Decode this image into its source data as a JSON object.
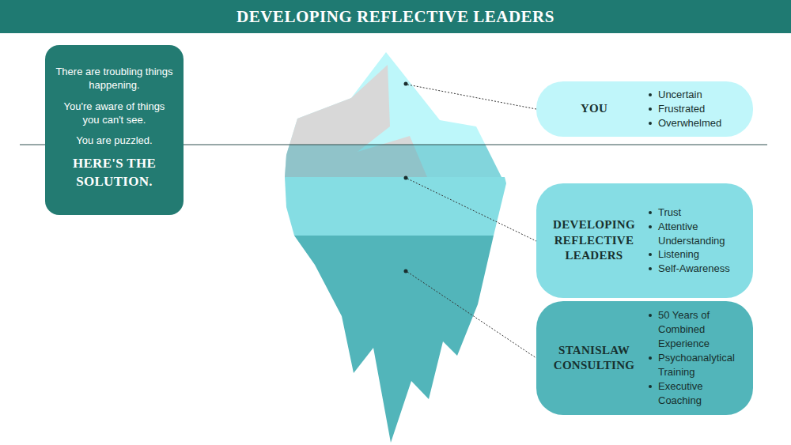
{
  "diagram": {
    "title": "DEVELOPING REFLECTIVE LEADERS",
    "nodes": [
      {
        "text": [
          "There are troubling things happening.",
          "You're aware of things you can't see.",
          "You are puzzled.",
          "HERE'S THE SOLUTION."
        ]
      },
      {
        "text": [
          "YOU",
          "Uncertain",
          "Frustrated",
          "Overwhelmed"
        ]
      },
      {
        "text": [
          "DEVELOPING REFLECTIVE LEADERS",
          "Trust",
          "Attentive Understanding",
          "Listening",
          "Self-Awareness"
        ]
      },
      {
        "text": [
          "STANISLAW CONSULTING",
          "50 Years of Combined Experience",
          "Psychoanalytical Training",
          "Executive Coaching"
        ]
      }
    ]
  }
}
